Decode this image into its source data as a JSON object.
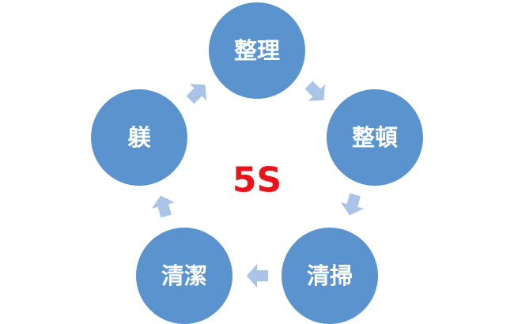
{
  "center_label": "5S",
  "nodes": [
    {
      "label": "整理"
    },
    {
      "label": "整頓"
    },
    {
      "label": "清掃"
    },
    {
      "label": "清潔"
    },
    {
      "label": "躾"
    }
  ],
  "colors": {
    "node": "#5b93cf",
    "arrow": "#a9c4e6",
    "center_text": "#e8141a",
    "node_text": "#ffffff"
  }
}
